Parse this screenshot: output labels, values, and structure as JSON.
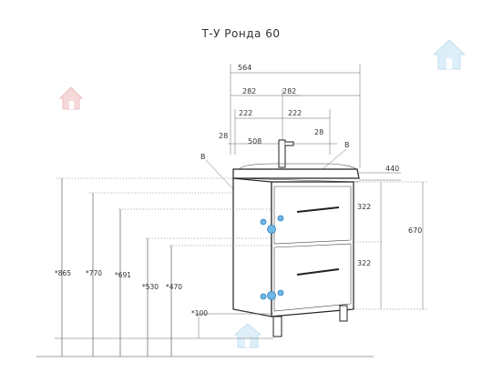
{
  "title": "Т-У Ронда 60",
  "dimensions": {
    "top_width": "564",
    "half_left": "282",
    "half_right": "282",
    "inner_left": "222",
    "inner_right": "222",
    "faucet_offset_left": "28",
    "faucet_offset_right": "28",
    "faucet_span": "508",
    "label_b_left": "B",
    "label_b_right": "B",
    "depth": "440",
    "drawer_upper": "322",
    "drawer_lower": "322",
    "body_height": "670",
    "height_865": "*865",
    "height_770": "*770",
    "height_691": "*691",
    "height_530": "*530",
    "height_470": "*470",
    "leg_100": "*100"
  },
  "colors": {
    "outline": "#222222",
    "dimension_line": "#444444",
    "hole_fill": "#6fb7e6",
    "watermark": "#cfe6f3",
    "watermark_red": "#f1c4c4"
  },
  "icons": [
    "house-watermark-icon"
  ]
}
